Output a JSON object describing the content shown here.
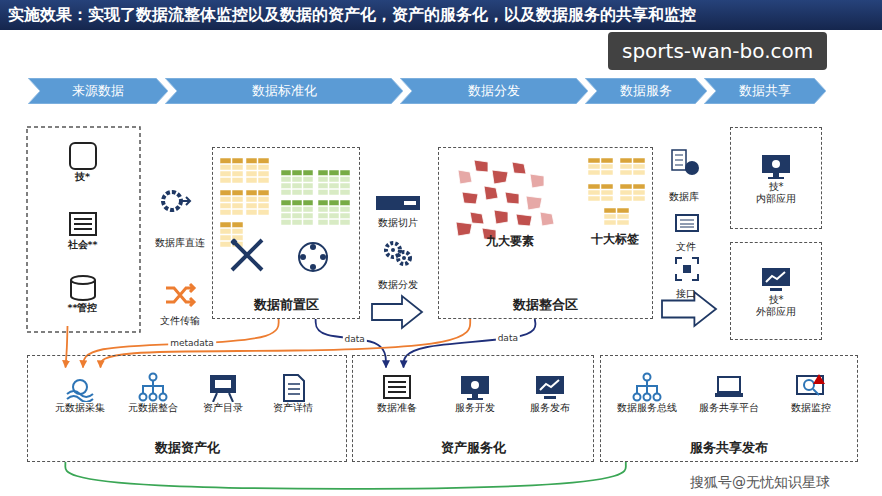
{
  "diagram": {
    "title": "实施效果：实现了数据流整体监控以及数据的资产化，资产的服务化，以及数据服务的共享和监控",
    "nodes": [
      {
        "text": [
          "来源数据"
        ]
      },
      {
        "text": [
          "数据标准化"
        ]
      },
      {
        "text": [
          "数据分发"
        ]
      },
      {
        "text": [
          "数据服务"
        ]
      },
      {
        "text": [
          "数据共享"
        ]
      },
      {
        "text": [
          "技*"
        ]
      },
      {
        "text": [
          "社会**"
        ]
      },
      {
        "text": [
          "**管控"
        ]
      },
      {
        "text": [
          "数据前置区"
        ]
      },
      {
        "text": [
          "数据整合区"
        ]
      },
      {
        "text": [
          "九大要素"
        ],
        "in": 9
      },
      {
        "text": [
          "十大标签"
        ],
        "in": 9
      },
      {
        "text": [
          "技*",
          "内部应用"
        ]
      },
      {
        "text": [
          "技*",
          "外部应用"
        ]
      },
      {
        "text": [
          "数据资产化"
        ]
      },
      {
        "text": [
          "元数据采集"
        ],
        "in": 14
      },
      {
        "text": [
          "元数据整合"
        ],
        "in": 14
      },
      {
        "text": [
          "资产目录"
        ],
        "in": 14
      },
      {
        "text": [
          "资产详情"
        ],
        "in": 14
      },
      {
        "text": [
          "资产服务化"
        ]
      },
      {
        "text": [
          "数据准备"
        ],
        "in": 19
      },
      {
        "text": [
          "服务开发"
        ],
        "in": 19
      },
      {
        "text": [
          "服务发布"
        ],
        "in": 19
      },
      {
        "text": [
          "服务共享发布"
        ]
      },
      {
        "text": [
          "数据服务总线"
        ],
        "in": 23
      },
      {
        "text": [
          "服务共享平台"
        ],
        "in": 23
      },
      {
        "text": [
          "数据监控"
        ],
        "in": 23
      }
    ],
    "edges": [
      {
        "from": 7,
        "to": 15,
        "arrow": "to"
      },
      {
        "from": 8,
        "to": 15,
        "label": "metadata",
        "arrow": "to"
      },
      {
        "from": 8,
        "to": 20,
        "label": "data",
        "arrow": "to"
      },
      {
        "from": 9,
        "to": 15,
        "arrow": "to"
      },
      {
        "from": 9,
        "to": 20,
        "label": "data",
        "arrow": "to"
      },
      {
        "from": 14,
        "to": 23,
        "arrow": "none"
      }
    ],
    "labels": [
      "数据库直连",
      "文件传输",
      "数据切片",
      "数据分发",
      "数据库",
      "文件",
      "接口",
      "sports-wan-bo.com",
      "搜狐号@无忧知识星球"
    ]
  }
}
